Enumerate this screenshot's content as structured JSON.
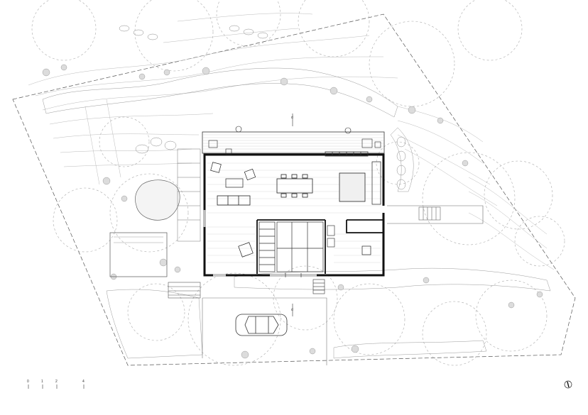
{
  "drawing": {
    "kind": "site plan / ground floor plan",
    "colors": {
      "line": "#2a2a2a",
      "faint": "#9a9a9a",
      "hatch": "#c8c8c8",
      "paper": "#ffffff"
    }
  },
  "scale_bar": {
    "ticks": [
      "0",
      "1",
      "2",
      "4"
    ]
  },
  "north_arrow": {
    "icon": "north-arrow-icon"
  },
  "entrance_marks": {
    "north": "d",
    "south": "d"
  }
}
